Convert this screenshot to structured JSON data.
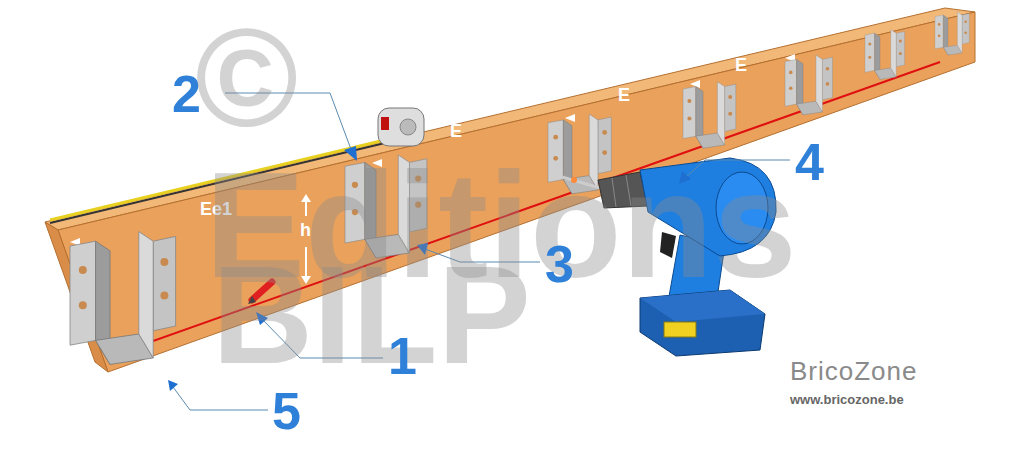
{
  "diagram": {
    "labels": [
      "2",
      "©",
      "Ee1",
      "h",
      "E",
      "E",
      "E",
      "Editions",
      "BILP",
      "3",
      "4",
      "1",
      "5",
      "BricoZone",
      "www.bricozone.be"
    ]
  }
}
